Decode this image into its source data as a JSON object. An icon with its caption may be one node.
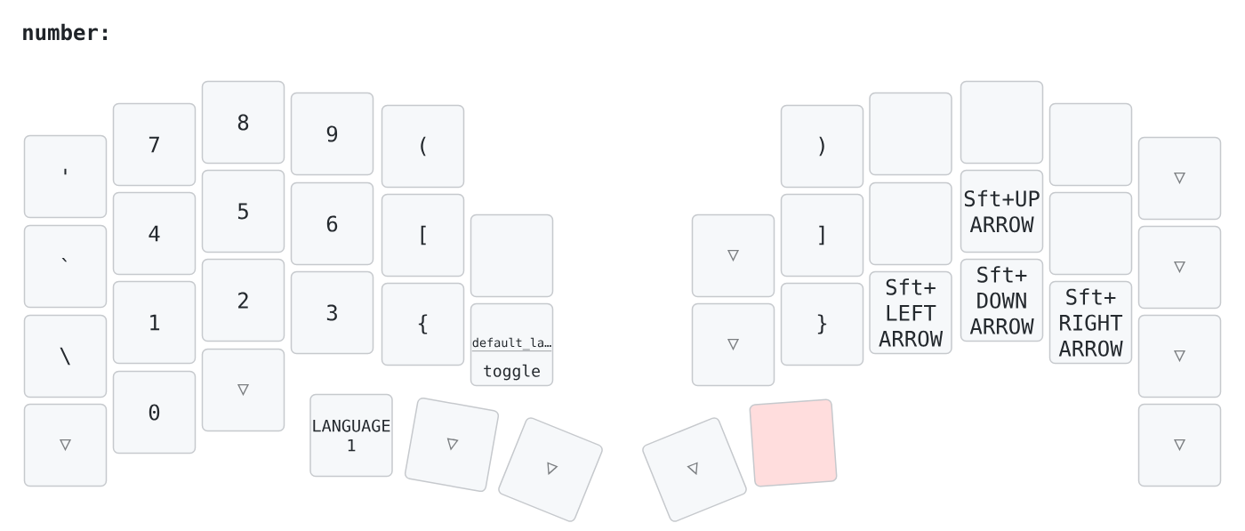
{
  "diagram": {
    "title": "number:",
    "nodes": [
      {
        "text": [
          "'"
        ]
      },
      {
        "text": [
          "7"
        ]
      },
      {
        "text": [
          "8"
        ]
      },
      {
        "text": [
          "9"
        ]
      },
      {
        "text": [
          "("
        ]
      },
      {
        "text": [
          ")"
        ]
      },
      {
        "text": [],
        "shape": "box"
      },
      {
        "text": [],
        "shape": "box"
      },
      {
        "text": [],
        "shape": "box"
      },
      {
        "text": [
          "▽"
        ]
      },
      {
        "text": [
          "`"
        ]
      },
      {
        "text": [
          "4"
        ]
      },
      {
        "text": [
          "5"
        ]
      },
      {
        "text": [
          "6"
        ]
      },
      {
        "text": [
          "["
        ]
      },
      {
        "text": [],
        "shape": "box"
      },
      {
        "text": [
          "▽"
        ]
      },
      {
        "text": [
          "]"
        ]
      },
      {
        "text": [],
        "shape": "box"
      },
      {
        "text": [
          "Sft+UP ARROW"
        ]
      },
      {
        "text": [],
        "shape": "box"
      },
      {
        "text": [
          "▽"
        ]
      },
      {
        "text": [
          "\\"
        ]
      },
      {
        "text": [
          "1"
        ]
      },
      {
        "text": [
          "2"
        ]
      },
      {
        "text": [
          "3"
        ]
      },
      {
        "text": [
          "{"
        ]
      },
      {
        "text": [
          "default_la…",
          "toggle"
        ]
      },
      {
        "text": [
          "▽"
        ]
      },
      {
        "text": [
          "}"
        ]
      },
      {
        "text": [
          "Sft+ LEFT ARROW"
        ]
      },
      {
        "text": [
          "Sft+ DOWN ARROW"
        ]
      },
      {
        "text": [
          "Sft+ RIGHT ARROW"
        ]
      },
      {
        "text": [
          "▽"
        ]
      },
      {
        "text": [
          "▽"
        ]
      },
      {
        "text": [
          "0"
        ]
      },
      {
        "text": [
          "▽"
        ]
      },
      {
        "text": [
          "LANGUAGE 1"
        ]
      },
      {
        "text": [
          "▽"
        ]
      },
      {
        "text": [
          "▽"
        ]
      },
      {
        "text": [
          "▽"
        ]
      },
      {
        "text": [],
        "shape": "box"
      },
      {
        "text": [
          "▽"
        ]
      }
    ]
  }
}
